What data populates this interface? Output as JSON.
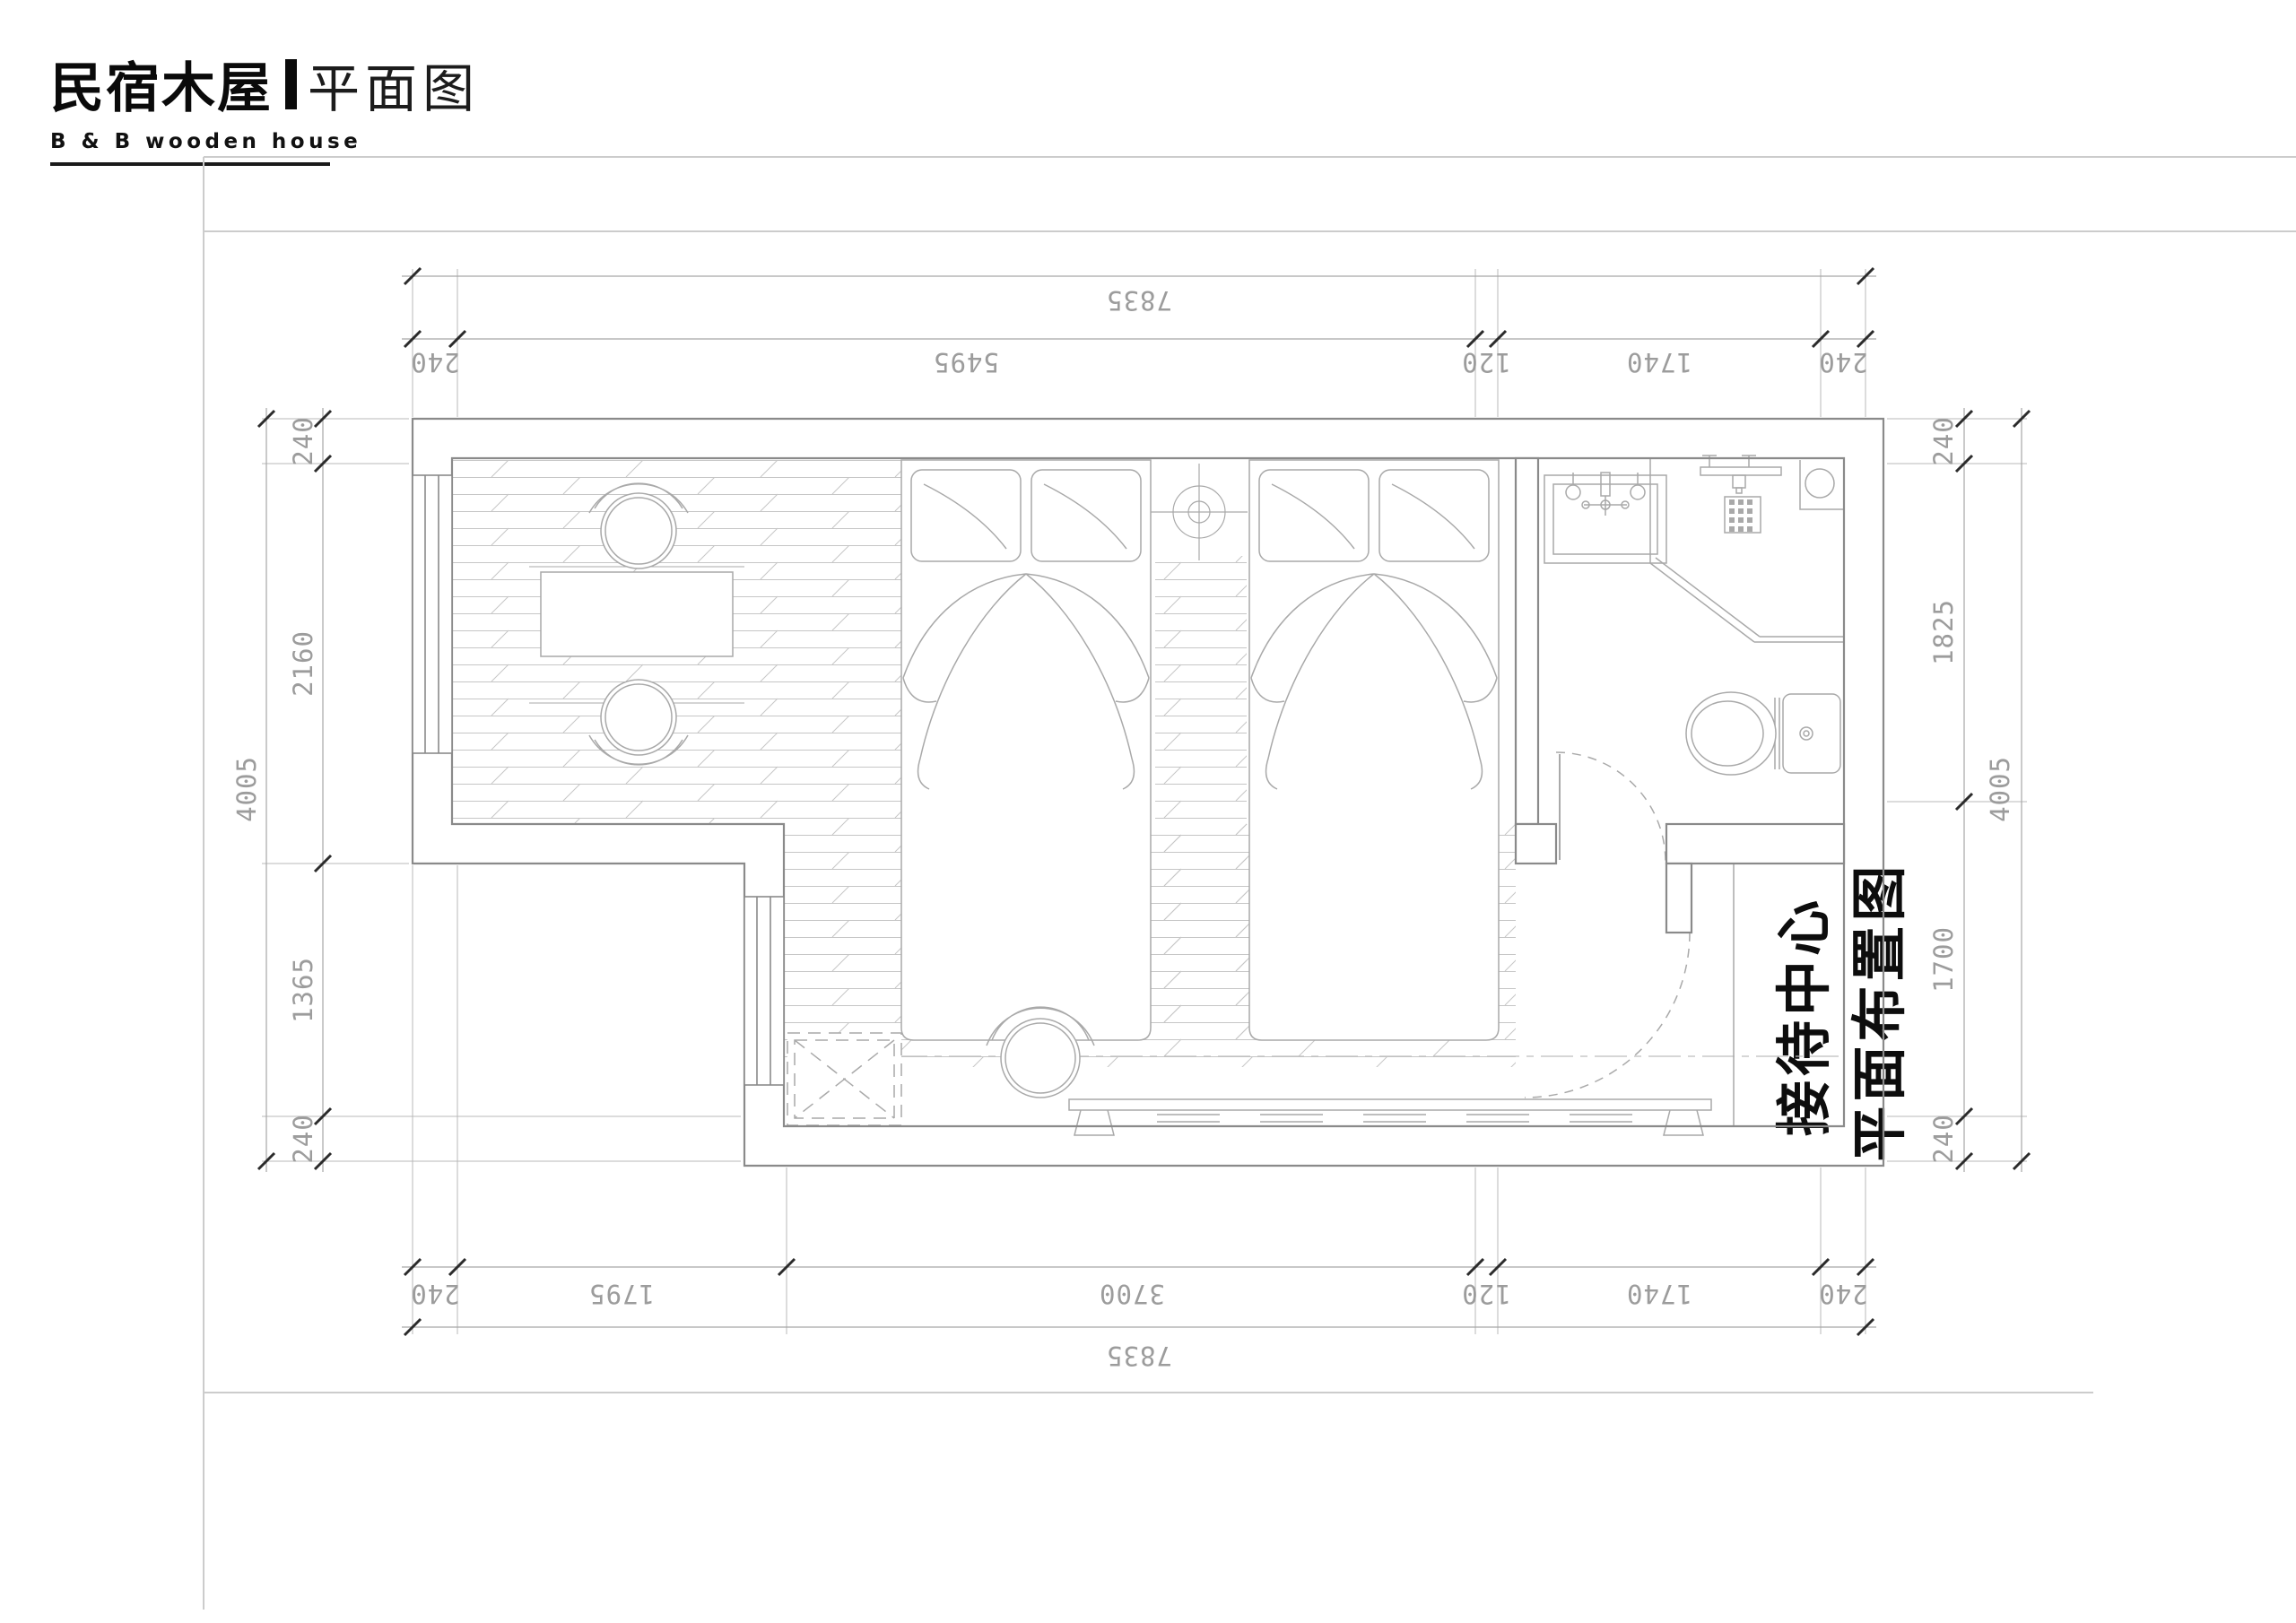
{
  "header": {
    "title": "民宿木屋",
    "subtitle": "平面图",
    "tagline": "B & B wooden house"
  },
  "annotation": {
    "line1": "接待中心",
    "line2": "平面布置图"
  },
  "dimensions": {
    "top": {
      "overall": "7835",
      "chain": [
        "240",
        "5495",
        "120",
        "1740",
        "240"
      ]
    },
    "bottom": {
      "overall": "7835",
      "chain": [
        "240",
        "1795",
        "3700",
        "120",
        "1740",
        "240"
      ]
    },
    "left": {
      "overall": "4005",
      "chain": [
        "240",
        "2160",
        "1365",
        "240"
      ]
    },
    "right": {
      "overall": "4005",
      "chain": [
        "240",
        "1825",
        "1700",
        "240"
      ]
    }
  },
  "colors": {
    "wall_line": "#8a8a8a",
    "furniture_line": "#a9a9a9",
    "hatch_line": "#c6c6c6",
    "dim_line": "#a6a6a6",
    "tick": "#2b2b2b",
    "dim_text": "#9c9c9c",
    "ink": "#0d0d0d",
    "frame_line": "#cccccc"
  }
}
